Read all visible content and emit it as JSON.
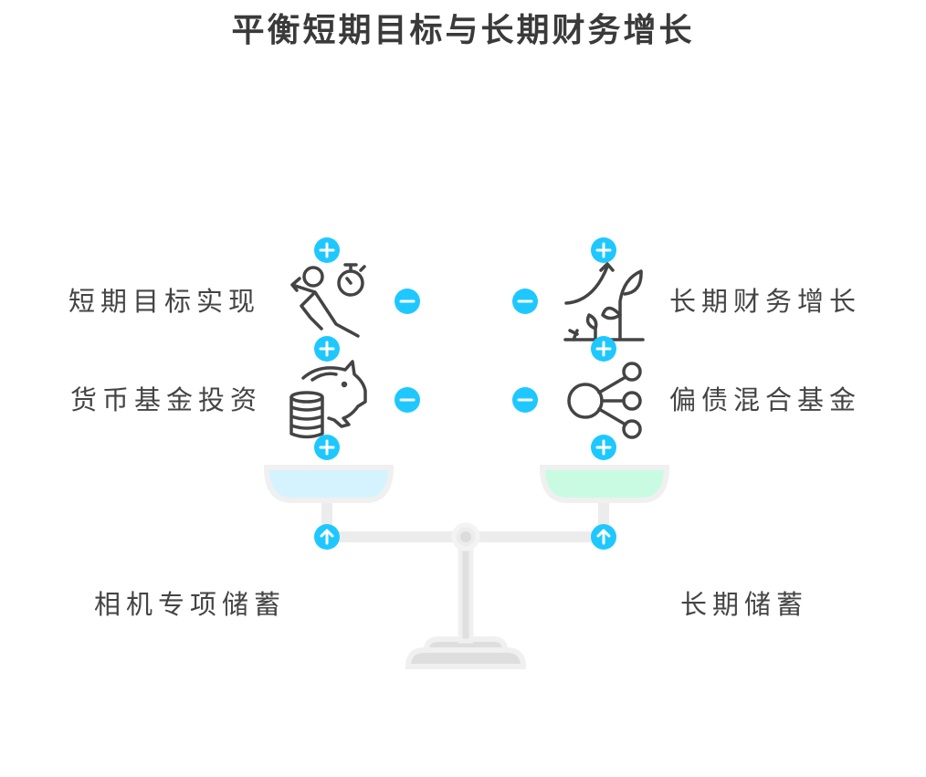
{
  "title": "平衡短期目标与长期财务增长",
  "left": {
    "items": [
      {
        "label": "短期目标实现",
        "icon": "running-person-stopwatch-icon"
      },
      {
        "label": "货币基金投资",
        "icon": "piggy-bank-coins-icon"
      }
    ],
    "pan_label": "相机专项储蓄",
    "pan_color": "#d4f3ff"
  },
  "right": {
    "items": [
      {
        "label": "长期财务增长",
        "icon": "plant-growth-icon"
      },
      {
        "label": "偏债混合基金",
        "icon": "distribution-nodes-icon"
      }
    ],
    "pan_label": "长期储蓄",
    "pan_color": "#c9fbe3"
  },
  "accent": "#1ec8ff"
}
